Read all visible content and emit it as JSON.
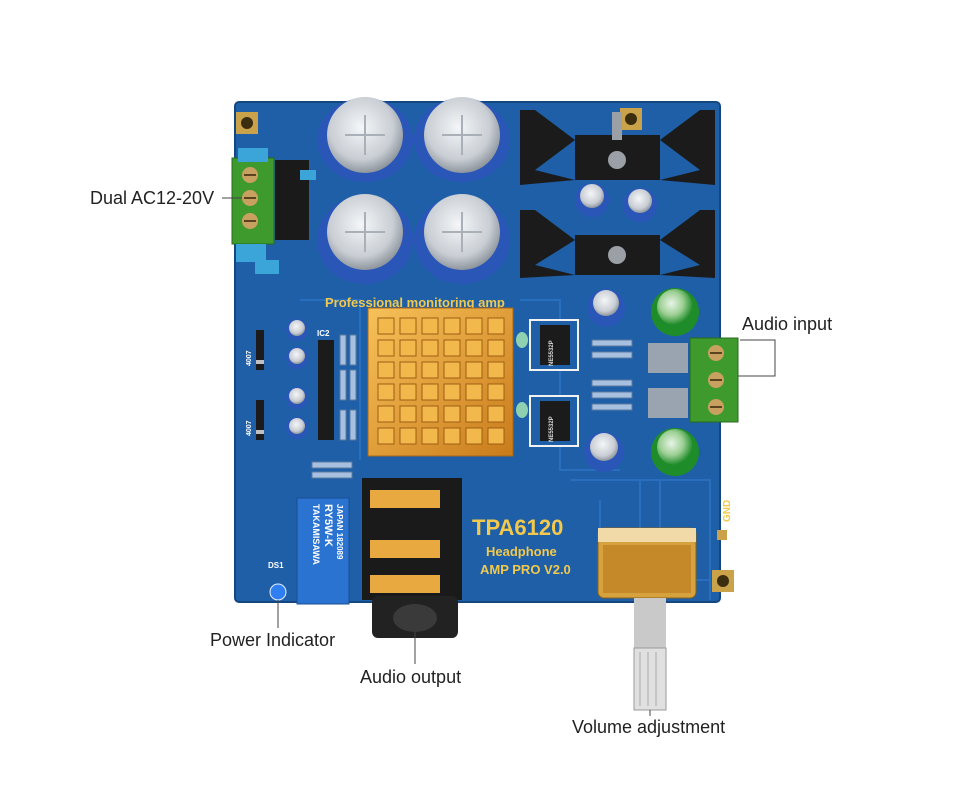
{
  "callouts": {
    "power_input": "Dual AC12-20V",
    "audio_input": "Audio input",
    "power_indicator": "Power Indicator",
    "audio_output": "Audio output",
    "volume": "Volume adjustment"
  },
  "board": {
    "silkscreen_top": "Professional monitoring amp",
    "title": "TPA6120",
    "subtitle1": "Headphone",
    "subtitle2": "AMP PRO V2.0",
    "gnd": "GND",
    "ic2": "IC2",
    "ds1": "DS1",
    "diode1": "4007",
    "diode2": "4007",
    "opamp1": "NE5532P",
    "opamp2": "NE5532P",
    "relay_brand": "TAKAMISAWA",
    "relay_model": "RY5W-K",
    "relay_origin": "JAPAN 182089"
  },
  "colors": {
    "pcb": "#1e5fa8",
    "heatsink": "#e9a03a",
    "terminal": "#3f9a2e",
    "capacitor": "#2a56b8",
    "text_yellow": "#f2c94c"
  }
}
